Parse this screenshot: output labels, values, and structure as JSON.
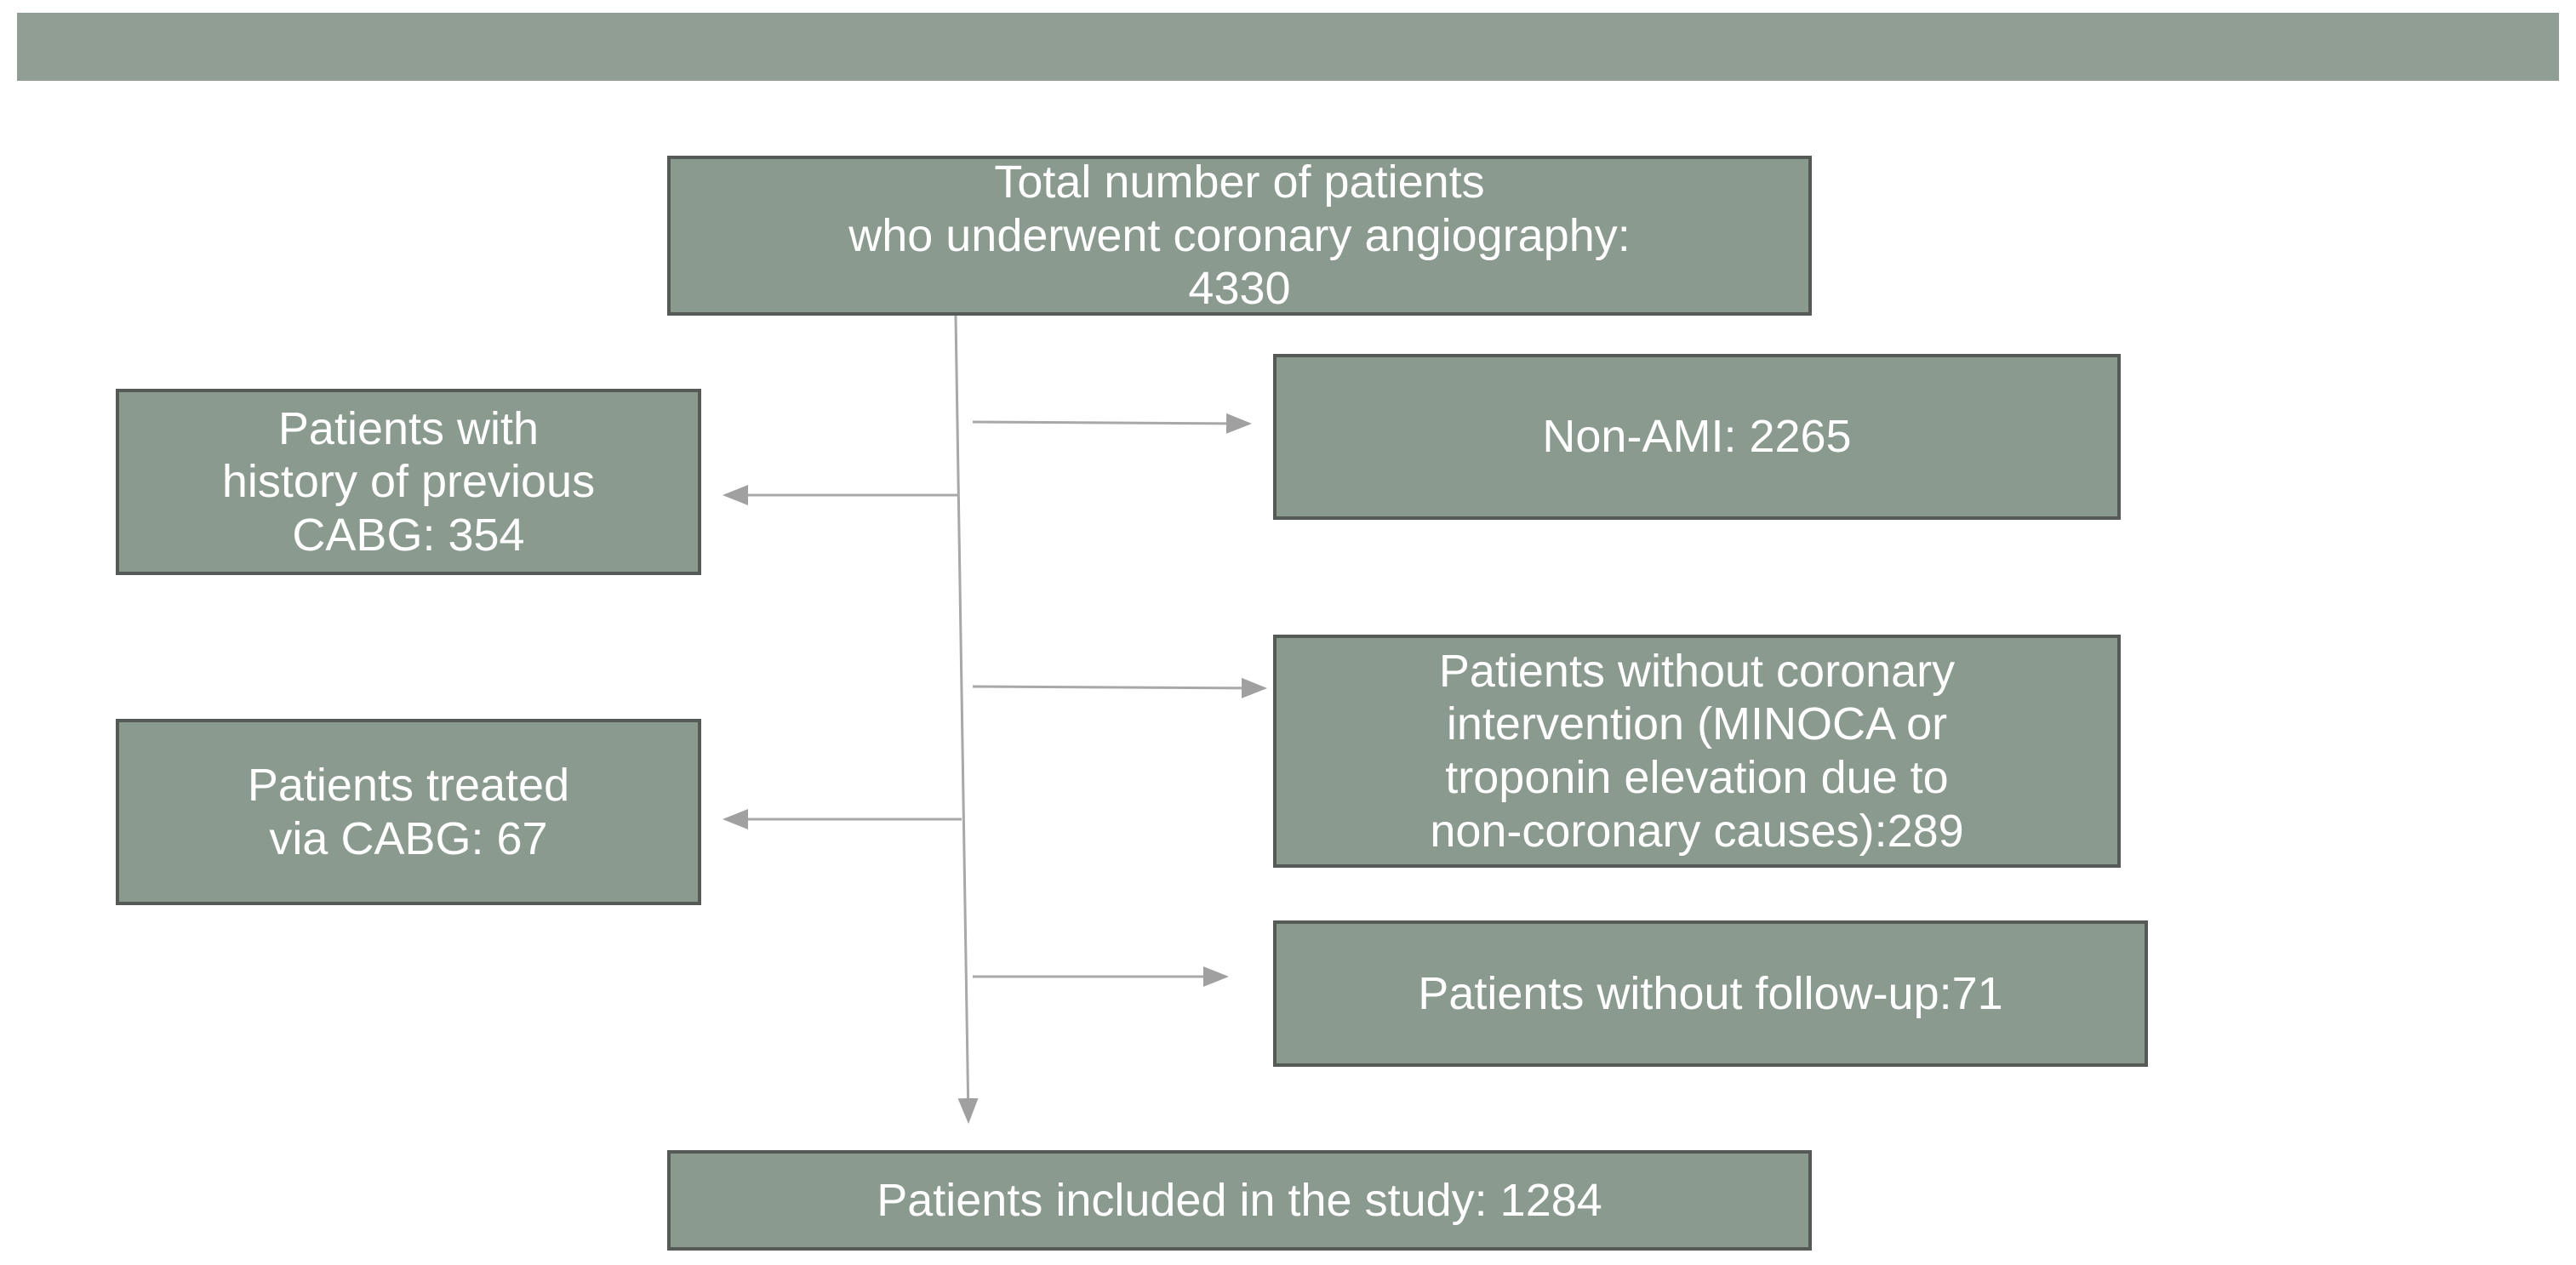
{
  "flowchart": {
    "total": "Total number of patients\nwho underwent coronary angiography:\n4330",
    "excluded_left": [
      {
        "id": "cabg_history",
        "text": "Patients with\nhistory of previous\nCABG: 354"
      },
      {
        "id": "cabg_treated",
        "text": "Patients  treated\nvia CABG: 67"
      }
    ],
    "excluded_right": [
      {
        "id": "non_ami",
        "text": "Non-AMI:  2265"
      },
      {
        "id": "no_intervention",
        "text": "Patients without coronary\nintervention (MINOCA or\ntroponin elevation due to\nnon-coronary causes):289"
      },
      {
        "id": "no_followup",
        "text": "Patients without follow-up:71"
      }
    ],
    "included": "Patients included in the study: 1284"
  },
  "colors": {
    "header_bar": "#909e94",
    "box_fill": "#8a9a8e",
    "box_border": "#555a56",
    "box_text": "#ffffff",
    "connector": "#a8a8a8"
  }
}
